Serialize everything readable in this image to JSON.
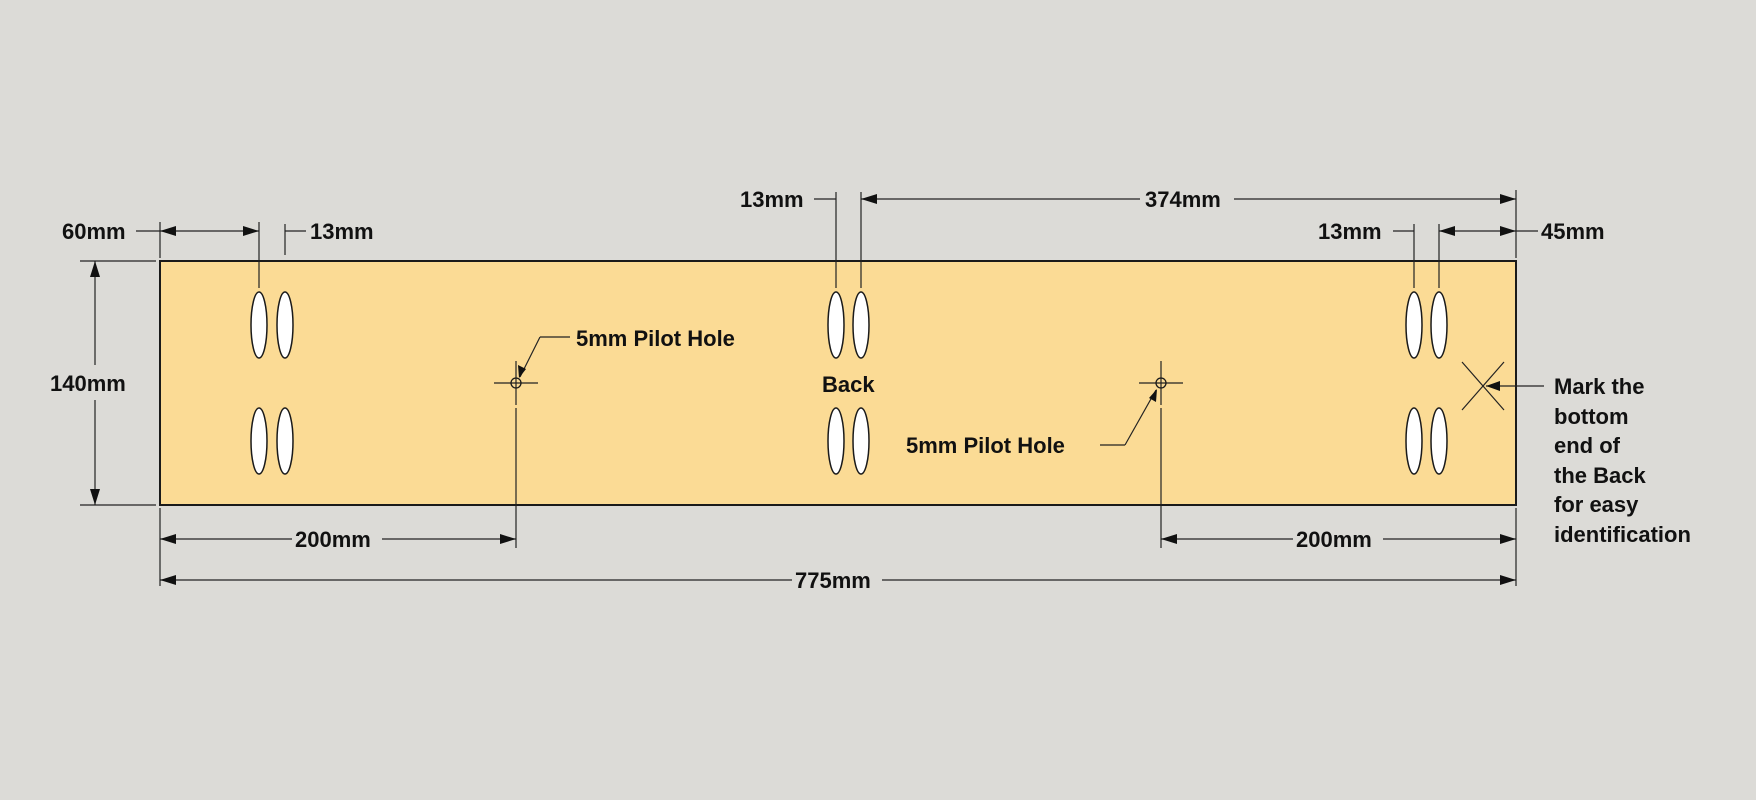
{
  "colors": {
    "background": "#dcdbd7",
    "board": "#fbdb95",
    "outline": "#1a1a1a",
    "slot_fill": "#ffffff"
  },
  "board": {
    "label": "Back"
  },
  "dimensions": {
    "left_offset": "60mm",
    "left_slot_spacing": "13mm",
    "middle_slot_spacing": "13mm",
    "middle_to_right": "374mm",
    "right_slot_spacing": "13mm",
    "right_offset": "45mm",
    "height": "140mm",
    "left_pilot": "200mm",
    "right_pilot": "200mm",
    "total_length": "775mm"
  },
  "annotations": {
    "pilot_hole_upper": "5mm Pilot Hole",
    "pilot_hole_lower": "5mm Pilot Hole",
    "mark_note": [
      "Mark the",
      "bottom",
      "end of",
      "the Back",
      "for easy",
      "identification"
    ]
  },
  "icons": {
    "pilot_marker": "crosshair-icon",
    "end_marker": "x-mark-icon",
    "slot": "pocket-hole-icon"
  }
}
